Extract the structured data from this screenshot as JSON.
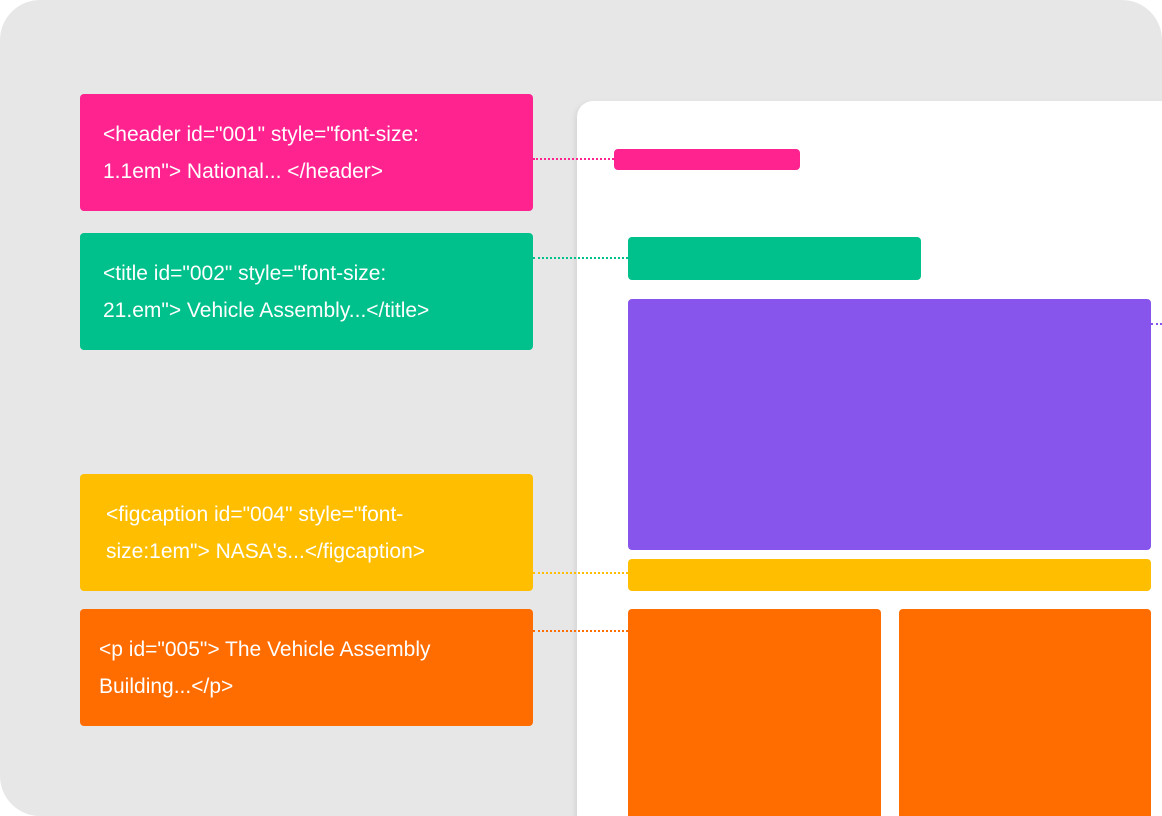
{
  "labels": {
    "header": {
      "text": "<header id=\"001\" style=\"font-size:\n1.1em\"> National... </header>",
      "color": "#ff2390"
    },
    "title": {
      "text": "<title id=\"002\" style=\"font-size:\n21.em\"> Vehicle Assembly...</title>",
      "color": "#00c08b"
    },
    "figcaption": {
      "text": "<figcaption id=\"004\" style=\"font-\nsize:1em\"> NASA's...</figcaption>",
      "color": "#ffbf00"
    },
    "paragraph": {
      "text": "<p id=\"005\"> The Vehicle Assembly\nBuilding...</p>",
      "color": "#ff6c00"
    }
  },
  "blocks": {
    "image_color": "#8755ec"
  }
}
